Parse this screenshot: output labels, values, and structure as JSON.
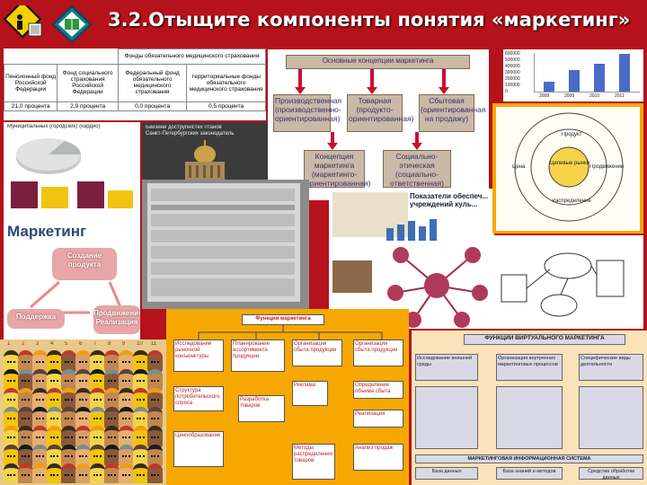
{
  "title": "3.2.Отыщите компоненты понятия «маркетинг»",
  "logos": {
    "left": "logo-figure-icon",
    "right": "logo-book-diamond-icon"
  },
  "table1": {
    "header": [
      "",
      "",
      "Фонды обязательного медицинского страхования"
    ],
    "rows": [
      [
        "Пенсионный фонд Российской Федерации",
        "Фонд социального страхования Российской Федерации",
        "Федеральный фонд обязательного медицинского страхования",
        "территориальные фонды обязательного медицинского страхования"
      ],
      [
        "21,0 процента",
        "2,9 процента",
        "0,0 процента",
        "0,5 процента"
      ]
    ]
  },
  "concept": {
    "title": "Основные концепции маркетинга",
    "boxes": [
      "Производственная (производственно-ориентированная)",
      "Товарная (продукто-ориентированная)",
      "Сбытовая (ориентированная на продажу)",
      "Концепция маркетинга (маркетинго-ориентированная)",
      "Социально-этическая (социально-ответственная)"
    ]
  },
  "barchart": {
    "ylabels": [
      "600000",
      "500000",
      "400000",
      "300000",
      "200000",
      "100000",
      "0"
    ],
    "xlabels": [
      "2008",
      "2009",
      "2010",
      "2011"
    ],
    "values": [
      150000,
      330000,
      420000,
      570000
    ]
  },
  "pie_caption": "Муниципальных (городских) (кардио)",
  "theatre": {
    "line1": "Бейзини дострупністех гітанов",
    "line2": "Санкт-Петербургских законодатель"
  },
  "indicators": {
    "title": "Показатели обеспеч...",
    "subtitle": "учреждений куль..."
  },
  "marketing": {
    "title": "Маркетинг",
    "create": "Создание продукта",
    "support": "Поддержка",
    "promotion": "Продвижение Реализация"
  },
  "orange": {
    "top": "Функции маркетинга",
    "boxes": [
      "Исследование рыночной конъюнктуры",
      "Планирование ассортимента продукции",
      "Организация сбыта продукции",
      "Организация сбыта продукции",
      "Структура потребительского спроса",
      "Разработка товаров",
      "Реклама",
      "Определение объема сбыта",
      "Реализация",
      "Ценообразование",
      "Методы распределения товаров",
      "Анализ продаж"
    ]
  },
  "func": {
    "title": "ФУНКЦИИ ВИРТУАЛЬНОГО МАРКЕТИНГА",
    "boxes": [
      "Исследование внешней среды",
      "Организация внутренних маркетинговых процессов",
      "Специфические виды деятельности"
    ],
    "bottom": "МАРКЕТИНГОВАЯ ИНФОРМАЦИОННАЯ СИСТЕМА",
    "base": [
      "База данных",
      "База знаний и методов",
      "Средства обработки данных"
    ]
  },
  "circle": {
    "title": "Целевые рынки",
    "labels": [
      "Продукт",
      "Цена",
      "Продвижение",
      "Распределение"
    ]
  },
  "numbers": [
    "1",
    "2",
    "3",
    "4",
    "5",
    "6",
    "7",
    "8",
    "9",
    "10",
    "11"
  ]
}
